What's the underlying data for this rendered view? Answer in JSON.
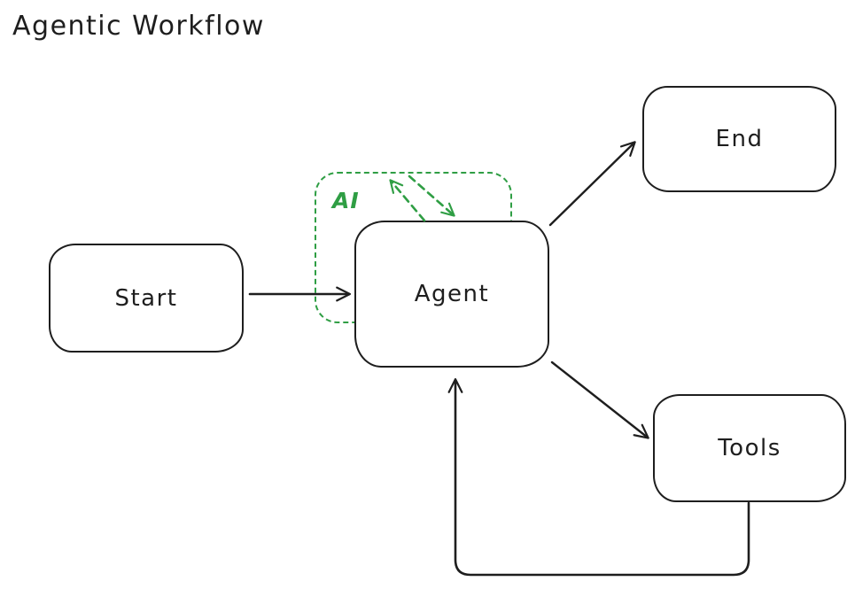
{
  "canvas": {
    "title": "Agentic Workflow",
    "background": "#ffffff"
  },
  "colors": {
    "stroke": "#1e1e1e",
    "ai_green": "#2f9e44"
  },
  "nodes": {
    "start": {
      "label": "Start"
    },
    "agent": {
      "label": "Agent"
    },
    "end": {
      "label": "End"
    },
    "tools": {
      "label": "Tools"
    },
    "ai": {
      "label": "AI"
    }
  },
  "edges": [
    {
      "from": "Start",
      "to": "Agent",
      "style": "solid",
      "shape": "straight"
    },
    {
      "from": "Agent",
      "to": "End",
      "style": "solid",
      "shape": "straight"
    },
    {
      "from": "Agent",
      "to": "Tools",
      "style": "solid",
      "shape": "straight"
    },
    {
      "from": "Tools",
      "to": "Agent",
      "style": "solid",
      "shape": "elbow-loop-bottom"
    },
    {
      "from": "Agent",
      "to": "AI",
      "style": "dashed-green",
      "shape": "straight"
    },
    {
      "from": "AI",
      "to": "Agent",
      "style": "dashed-green",
      "shape": "straight"
    }
  ]
}
